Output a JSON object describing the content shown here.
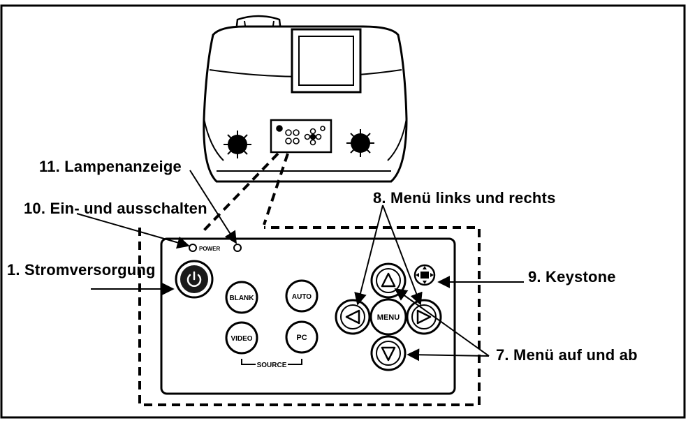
{
  "callouts": {
    "lamp": "11. Lampenanzeige",
    "onoff": "10. Ein- und ausschalten",
    "power_supply": "1. Stromversorgung",
    "menu_lr": "8. Menü links und rechts",
    "keystone": "9. Keystone",
    "menu_updown": "7. Menü auf und ab"
  },
  "panel": {
    "power_led_label": "POWER",
    "blank_label": "BLANK",
    "auto_label": "AUTO",
    "video_label": "VIDEO",
    "pc_label": "PC",
    "menu_label": "MENU",
    "source_label": "SOURCE"
  },
  "icons": {
    "power": "power-icon",
    "arrows": [
      "arrow-up-icon",
      "arrow-down-icon",
      "arrow-left-icon",
      "arrow-right-icon"
    ],
    "keystone": "keystone-icon"
  },
  "colors": {
    "ink": "#000000",
    "paper": "#ffffff",
    "power_button": "#1a1a1a"
  }
}
